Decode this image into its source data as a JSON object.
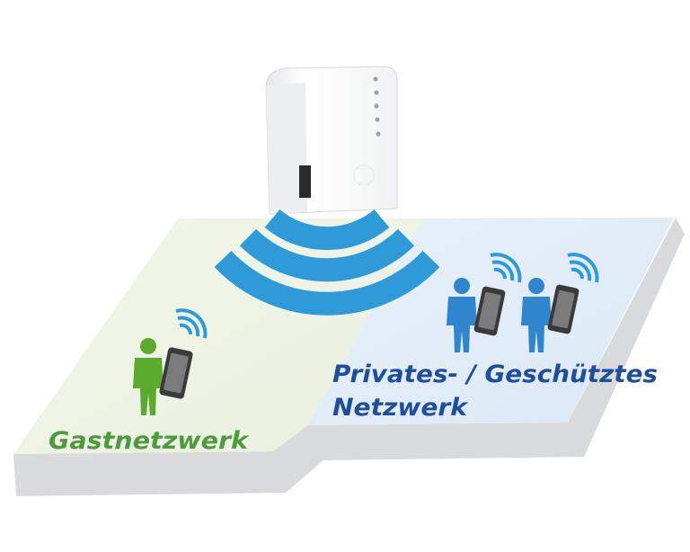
{
  "labels": {
    "private_line1": "Privates- / Geschütztes",
    "private_line2": "Netzwerk",
    "guest": "Gastnetzwerk"
  },
  "colors": {
    "wifi_blue": "#2f9ad8",
    "private_text": "#1f4f9a",
    "guest_text": "#4f9a3c",
    "guest_zone": "#eef4e6",
    "private_zone": "#e3eef9",
    "person_green": "#5aaa2e",
    "person_blue": "#2f86cf"
  },
  "icons": [
    "wifi-repeater-device",
    "wifi-signal-icon",
    "person-with-phone-icon"
  ]
}
